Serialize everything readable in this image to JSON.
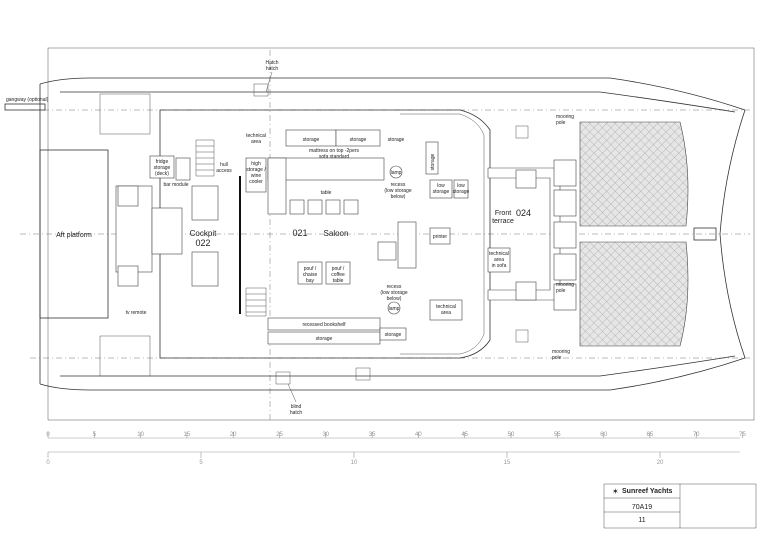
{
  "labels": {
    "gangway": "gangway (optional)",
    "aft_platform": "Aft platform",
    "cockpit": "Cockpit",
    "cockpit_num": "022",
    "saloon": "Saloon",
    "saloon_num": "021",
    "front_terrace_1": "Front",
    "front_terrace_2": "terrace",
    "front_terrace_num": "024",
    "hatch_top_1": "Hatch",
    "hatch_top_2": "hatch",
    "hatch_bottom_1": "blind",
    "hatch_bottom_2": "hatch",
    "technical_area_top_1": "technical",
    "technical_area_top_2": "area",
    "technical_area_bottom_1": "technical",
    "technical_area_bottom_2": "area",
    "storage_1": "storage",
    "storage_2": "storage",
    "storage_3": "storage",
    "storage_vertical": "storage",
    "storage_bottom": "storage",
    "storage_right": "storage",
    "mattress_1": "mattress on top -2pers",
    "mattress_2": "sofa standard",
    "table": "table",
    "lamp_1": "lamp",
    "lamp_2": "lamp",
    "recess_top_1": "recess",
    "recess_top_2": "(low storage",
    "recess_top_3": "below)",
    "recess_bottom_1": "recess",
    "recess_bottom_2": "(low storage",
    "recess_bottom_3": "below)",
    "low_storage_1": "low",
    "low_storage_2": "storage",
    "low_storage_b_1": "low",
    "low_storage_b_2": "storage",
    "high_storage_1": "high",
    "high_storage_2": "storage /",
    "high_storage_3": "wine",
    "high_storage_4": "cooler",
    "hull_access_1": "hull",
    "hull_access_2": "access",
    "fridge_1": "fridge",
    "fridge_2": "storage",
    "fridge_3": "(deck)",
    "bar_module": "bar module",
    "pouf_1_1": "pouf /",
    "pouf_1_2": "chaise",
    "pouf_1_3": "bay",
    "pouf_2_1": "pouf /",
    "pouf_2_2": "coffee",
    "pouf_2_3": "table",
    "printer": "printer",
    "technical_area_sofa_1": "technical",
    "technical_area_sofa_2": "area",
    "technical_area_sofa_3": "in sofa",
    "mooring_pole_top_1": "mooring",
    "mooring_pole_top_2": "pole",
    "mooring_pole_mid_1": "mooring",
    "mooring_pole_mid_2": "pole",
    "mooring_pole_bot_1": "mooring",
    "mooring_pole_bot_2": "pole",
    "recessed_bookshelf": "recessed bookshelf",
    "storage_below_shelf": "storage",
    "tv_remote": "tv remote"
  },
  "ruler": {
    "top": [
      "0",
      "5",
      "10",
      "15",
      "20",
      "25",
      "30",
      "35",
      "40",
      "45",
      "50",
      "55",
      "60",
      "65",
      "70",
      "75"
    ],
    "bottom": [
      "0",
      "5",
      "10",
      "15",
      "20"
    ]
  },
  "title_block": {
    "brand": "Sunreef Yachts",
    "model": "70A19",
    "sheet": "11"
  }
}
